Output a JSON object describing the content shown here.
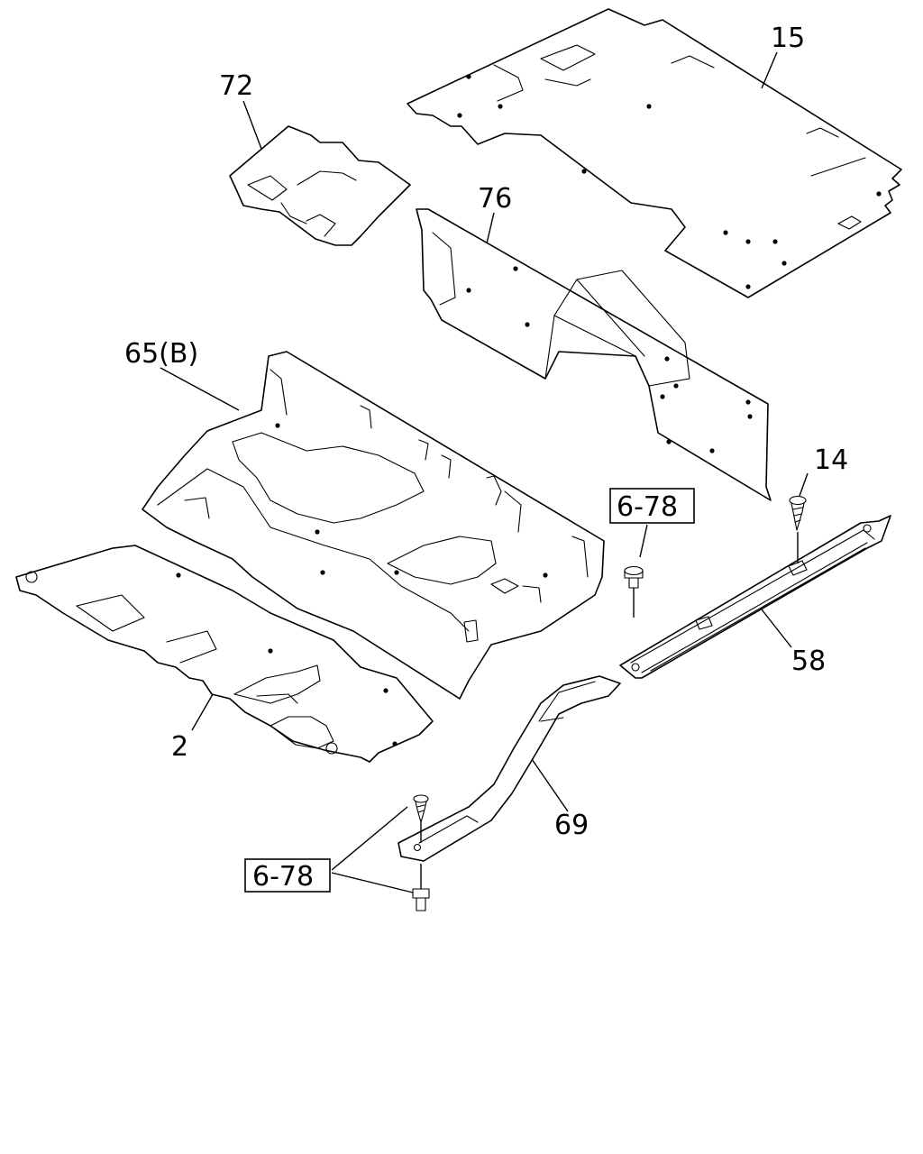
{
  "callouts": {
    "c15": "15",
    "c72": "72",
    "c76": "76",
    "c65": "65(B)",
    "c14": "14",
    "c58": "58",
    "c2": "2",
    "c69": "69",
    "ref_upper": "6-78",
    "ref_lower": "6-78"
  }
}
